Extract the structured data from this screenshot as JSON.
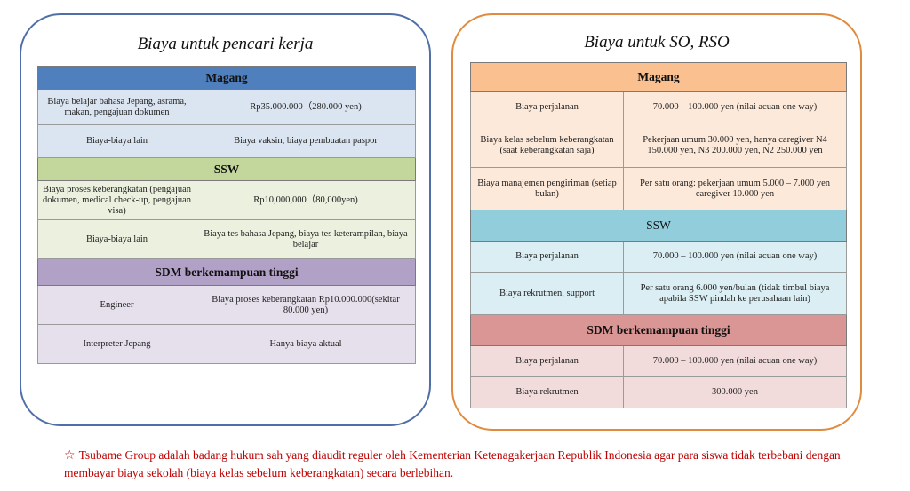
{
  "left": {
    "title": "Biaya untuk pencari kerja",
    "sections": [
      {
        "header": "Magang",
        "rows": [
          {
            "item": "Biaya belajar bahasa Jepang, asrama, makan, pengajuan dokumen",
            "value": "Rp35.000.000（280.000 yen)"
          },
          {
            "item": "Biaya-biaya lain",
            "value": "Biaya vaksin, biaya pembuatan paspor"
          }
        ]
      },
      {
        "header": "SSW",
        "rows": [
          {
            "item": "Biaya proses keberangkatan (pengajuan dokumen, medical check-up, pengajuan visa)",
            "value": "Rp10,000,000（80,000yen)"
          },
          {
            "item": "Biaya-biaya lain",
            "value": "Biaya tes bahasa Jepang, biaya tes keterampilan, biaya belajar"
          }
        ]
      },
      {
        "header": "SDM berkemampuan tinggi",
        "rows": [
          {
            "item": "Engineer",
            "value": "Biaya proses keberangkatan Rp10.000.000(sekitar 80.000 yen)"
          },
          {
            "item": "Interpreter Jepang",
            "value": "Hanya biaya aktual"
          }
        ]
      }
    ]
  },
  "right": {
    "title": "Biaya untuk SO, RSO",
    "sections": [
      {
        "header": "Magang",
        "rows": [
          {
            "item": "Biaya perjalanan",
            "value": "70.000 – 100.000 yen (nilai acuan one way)"
          },
          {
            "item": "Biaya kelas sebelum keberangkatan (saat keberangkatan saja)",
            "value": "Pekerjaan umum 30.000 yen, hanya caregiver N4 150.000 yen, N3 200.000 yen, N2 250.000 yen"
          },
          {
            "item": "Biaya manajemen pengiriman (setiap bulan)",
            "value": "Per satu orang: pekerjaan umum 5.000 – 7.000 yen caregiver 10.000 yen"
          }
        ]
      },
      {
        "header": "SSW",
        "rows": [
          {
            "item": "Biaya perjalanan",
            "value": "70.000 – 100.000 yen (nilai acuan one way)"
          },
          {
            "item": "Biaya rekrutmen, support",
            "value": "Per satu orang 6.000 yen/bulan (tidak timbul biaya apabila SSW pindah ke perusahaan lain)"
          }
        ]
      },
      {
        "header": "SDM berkemampuan tinggi",
        "rows": [
          {
            "item": "Biaya perjalanan",
            "value": "70.000 – 100.000 yen (nilai acuan one way)"
          },
          {
            "item": "Biaya rekrutmen",
            "value": "300.000 yen"
          }
        ]
      }
    ]
  },
  "footnote": {
    "star": "☆",
    "text": "Tsubame Group adalah badang hukum sah yang diaudit reguler oleh Kementerian Ketenagakerjaan Republik Indonesia agar para siswa tidak terbebani dengan membayar biaya sekolah (biaya kelas sebelum keberangkatan) secara berlebihan."
  }
}
